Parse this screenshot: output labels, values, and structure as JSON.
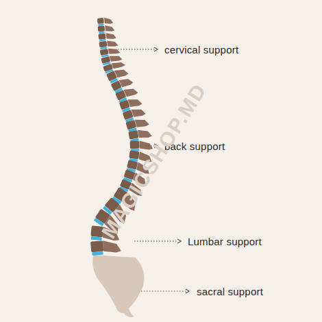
{
  "diagram": {
    "labels": [
      "cervical support",
      "back support",
      "Lumbar support",
      "sacral support",
      "MAGICSHOP.MD"
    ]
  }
}
